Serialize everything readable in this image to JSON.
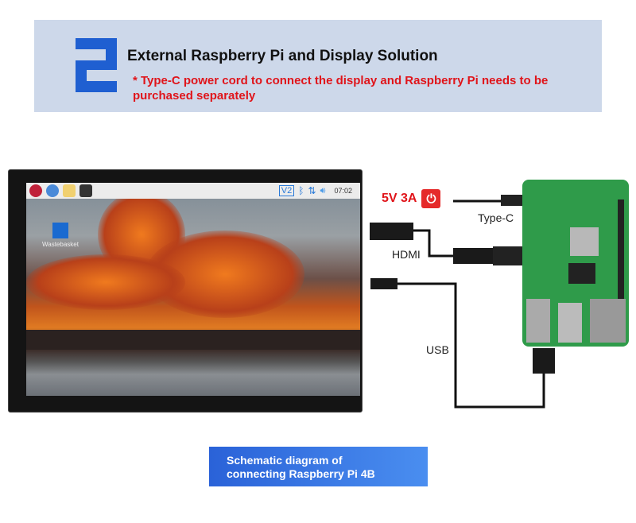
{
  "header": {
    "step_number": "2",
    "title": "External Raspberry Pi and Display Solution",
    "note": "* Type-C power cord to connect the display and Raspberry Pi needs to be purchased separately"
  },
  "screen": {
    "taskbar": {
      "vnc_label": "V2",
      "time": "07:02"
    },
    "desktop_icon": "Wastebasket"
  },
  "labels": {
    "power": "5V 3A",
    "type_c": "Type-C",
    "hdmi": "HDMI",
    "usb": "USB"
  },
  "caption": {
    "line1": "Schematic diagram of",
    "line2": "connecting Raspberry Pi 4B"
  },
  "colors": {
    "accent_blue": "#2a62d8",
    "note_red": "#e0141a",
    "header_bg": "#cdd8ea"
  }
}
